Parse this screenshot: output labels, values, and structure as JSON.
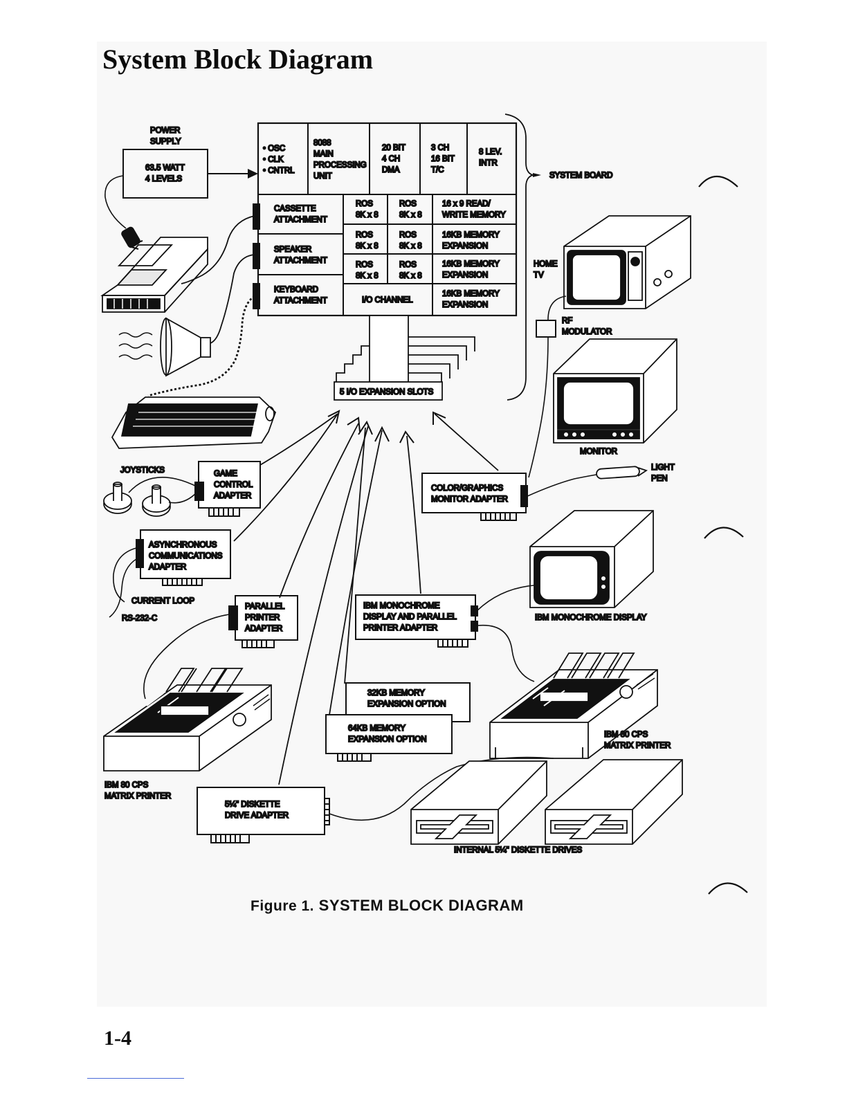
{
  "page": {
    "title": "System Block Diagram",
    "page_number": "1-4"
  },
  "figure": {
    "label": "Figure 1.",
    "caption": "SYSTEM BLOCK DIAGRAM"
  },
  "system_board": {
    "label": "SYSTEM BOARD",
    "clock": [
      "• OSC",
      "• CLK",
      "• CNTRL"
    ],
    "cpu": [
      "8088",
      "MAIN",
      "PROCESSING",
      "UNIT"
    ],
    "dma": [
      "20 BIT",
      "4 CH",
      "DMA"
    ],
    "timer": [
      "3 CH",
      "16 BIT",
      "T/C"
    ],
    "interrupt": [
      "8 LEV.",
      "INTR"
    ],
    "cassette": [
      "CASSETTE",
      "ATTACHMENT"
    ],
    "speaker": [
      "SPEAKER",
      "ATTACHMENT"
    ],
    "keyboard": [
      "KEYBOARD",
      "ATTACHMENT"
    ],
    "ros": [
      "ROS",
      "8K x 8"
    ],
    "rw_memory": [
      "16 x 9 READ/",
      "WRITE MEMORY"
    ],
    "mem_expansion": [
      "16KB MEMORY",
      "EXPANSION"
    ],
    "io_channel": "I/O CHANNEL",
    "expansion_slots": "5 I/O EXPANSION SLOTS"
  },
  "power_supply": {
    "label": [
      "POWER",
      "SUPPLY"
    ],
    "spec": [
      "63.5 WATT",
      "4 LEVELS"
    ]
  },
  "peripherals": {
    "home_tv": [
      "HOME",
      "TV"
    ],
    "rf_modulator": [
      "RF",
      "MODULATOR"
    ],
    "monitor": "MONITOR",
    "light_pen": [
      "LIGHT",
      "PEN"
    ],
    "joysticks": "JOYSTICKS",
    "game_adapter": [
      "GAME",
      "CONTROL",
      "ADAPTER"
    ],
    "color_adapter": [
      "COLOR/GRAPHICS",
      "MONITOR ADAPTER"
    ],
    "async_adapter": [
      "ASYNCHRONOUS",
      "COMMUNICATIONS",
      "ADAPTER"
    ],
    "current_loop": "CURRENT LOOP",
    "rs232": "RS-232-C",
    "parallel_adapter": [
      "PARALLEL",
      "PRINTER",
      "ADAPTER"
    ],
    "mono_adapter": [
      "IBM MONOCHROME",
      "DISPLAY AND PARALLEL",
      "PRINTER ADAPTER"
    ],
    "mono_display": "IBM MONOCHROME DISPLAY",
    "mem32": [
      "32KB MEMORY",
      "EXPANSION OPTION"
    ],
    "mem64": [
      "64KB MEMORY",
      "EXPANSION OPTION"
    ],
    "printer_left": [
      "IBM 80 CPS",
      "MATRIX PRINTER"
    ],
    "printer_right": [
      "IBM 80 CPS",
      "MATRIX PRINTER"
    ],
    "diskette_adapter": [
      "5¼\" DISKETTE",
      "DRIVE ADAPTER"
    ],
    "diskette_drives": "INTERNAL 5¼\" DISKETTE DRIVES"
  }
}
